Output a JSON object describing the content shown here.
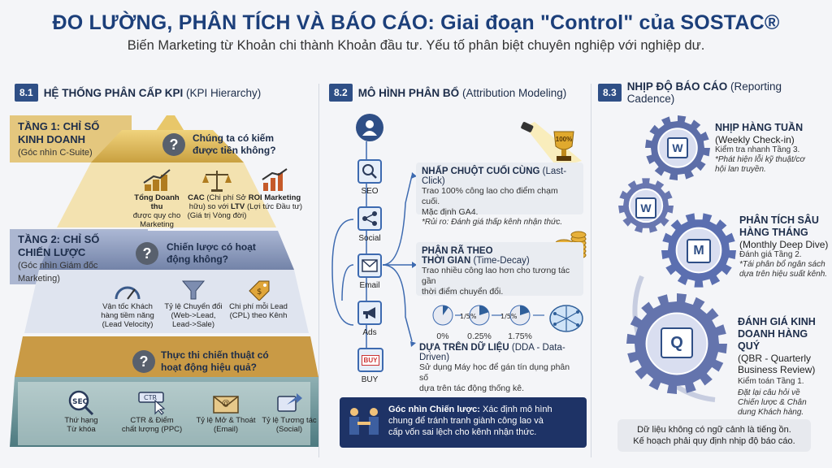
{
  "header": {
    "title": "ĐO LƯỜNG, PHÂN TÍCH VÀ BÁO CÁO: Giai đoạn \"Control\" của SOSTAC®",
    "subtitle": "Biến Marketing từ Khoản chi thành Khoản đầu tư. Yếu tố phân biệt chuyên nghiệp với nghiệp dư."
  },
  "sections": {
    "kpi": {
      "num": "8.1",
      "title": "HỆ THỐNG PHÂN CẤP KPI",
      "title_en": "(KPI Hierarchy)"
    },
    "attr": {
      "num": "8.2",
      "title": "MÔ HÌNH PHÂN BỔ",
      "title_en": "(Attribution Modeling)"
    },
    "cad": {
      "num": "8.3",
      "title": "NHỊP ĐỘ BÁO CÁO",
      "title_en": "(Reporting Cadence)"
    }
  },
  "pyramid": {
    "tier1": {
      "label_1": "TẦNG 1: CHỈ SỐ",
      "label_2": "KINH DOANH",
      "sub": "(Góc nhìn C-Suite)",
      "question_1": "Chúng ta có kiếm",
      "question_2": "được tiền không?",
      "kpis": [
        {
          "b": "Tổng Doanh thu",
          "t1": "được quy cho",
          "t2": "Marketing",
          "icon": "coins-chart-icon"
        },
        {
          "b": "CAC",
          "t1": "(Chi phí Sở",
          "t2": "hữu) so với",
          "b2": "LTV",
          "t3": "(Giá trị Vòng đời)",
          "icon": "balance-scale-icon"
        },
        {
          "b": "ROI Marketing",
          "t1": "(Lợi tức Đầu tư)",
          "icon": "growth-chart-icon"
        }
      ]
    },
    "tier2": {
      "label_1": "TẦNG 2: CHỈ SỐ",
      "label_2": "CHIẾN LƯỢC",
      "sub_1": "(Góc nhìn Giám đốc",
      "sub_2": "Marketing)",
      "question_1": "Chiến lược có hoạt",
      "question_2": "động không?",
      "kpis": [
        {
          "t1": "Vận tốc Khách",
          "t2": "hàng tiềm năng",
          "t3": "(Lead Velocity)",
          "icon": "speedometer-icon"
        },
        {
          "t1": "Tỷ lệ Chuyển đổi",
          "t2": "(Web->Lead,",
          "t3": "Lead->Sale)",
          "icon": "funnel-icon"
        },
        {
          "t1": "Chi phí mỗi Lead",
          "t2": "(CPL) theo Kênh",
          "icon": "price-tag-icon"
        }
      ]
    },
    "tier3": {
      "question_1": "Thực thi chiến thuật có",
      "question_2": "hoạt động hiệu quả?",
      "kpis": [
        {
          "t1": "Thứ hạng",
          "t2": "Từ khóa",
          "icon": "seo-search-icon"
        },
        {
          "t1": "CTR & Điểm",
          "t2": "chất lượng (PPC)",
          "icon": "ctr-click-icon"
        },
        {
          "t1": "Tỷ lệ Mở & Thoát",
          "t2": "(Email)",
          "icon": "email-at-icon"
        },
        {
          "t1": "Tỷ lệ Tương tác",
          "t2": "(Social)",
          "icon": "share-icon"
        }
      ]
    }
  },
  "attribution": {
    "channels": [
      {
        "label": "SEO",
        "icon": "search-icon"
      },
      {
        "label": "Social",
        "icon": "share-icon"
      },
      {
        "label": "Email",
        "icon": "email-icon"
      },
      {
        "label": "Ads",
        "icon": "megaphone-icon"
      },
      {
        "label": "BUY",
        "icon": "buy-button-icon",
        "button": "BUY"
      }
    ],
    "models": [
      {
        "title": "NHẤP CHUỘT CUỐI CÙNG",
        "title_en": "(Last-Click)",
        "desc_1": "Trao 100% công lao cho điểm chạm cuối.",
        "desc_2": "Mặc định GA4.",
        "note": "*Rủi ro: Đánh giá thấp kênh nhận thức.",
        "badge": "100%"
      },
      {
        "title_1": "PHÂN RÃ THEO",
        "title_2": "THỜI GIAN",
        "title_en": "(Time-Decay)",
        "desc_1": "Trao nhiều công lao hơn cho tương tác gần",
        "desc_2": "thời điểm chuyển đổi."
      },
      {
        "title": "DỰA TRÊN DỮ LIỆU",
        "title_en": "(DDA - Data-Driven)",
        "desc_1": "Sử dụng Máy học để gán tín dụng phân số",
        "desc_2": "dựa trên tác động thống kê.",
        "pies": [
          {
            "label": "0%",
            "fraction": "",
            "value": 0.1
          },
          {
            "label": "0.25%",
            "fraction": "1/5%",
            "value": 0.2
          },
          {
            "label": "1.75%",
            "fraction": "1/5%",
            "value": 0.2
          }
        ]
      }
    ],
    "insight": {
      "lead": "Góc nhìn Chiến lược:",
      "text_1": "Xác định mô hình",
      "text_2": "chung để tránh tranh giành công lao và",
      "text_3": "cấp vốn sai lệch cho kênh nhận thức."
    }
  },
  "cadence": {
    "weekly": {
      "title": "NHỊP HÀNG TUẦN",
      "sub": "(Weekly Check-in)",
      "desc": "Kiểm tra nhanh Tầng 3.",
      "note_1": "*Phát hiện lỗi kỹ thuật/cơ",
      "note_2": "hội lan truyền.",
      "letter": "W"
    },
    "monthly": {
      "title_1": "PHÂN TÍCH SÂU",
      "title_2": "HÀNG THÁNG",
      "sub": "(Monthly Deep Dive)",
      "desc": "Đánh giá Tầng 2.",
      "note_1": "*Tái phân bổ ngân sách",
      "note_2": "dựa trên hiệu suất kênh.",
      "letter": "M"
    },
    "quarterly": {
      "title_1": "ĐÁNH GIÁ KINH",
      "title_2": "DOANH HÀNG QUÝ",
      "sub_1": "(QBR - Quarterly",
      "sub_2": "Business Review)",
      "desc": "Kiểm toán Tầng 1.",
      "note_1": "Đặt lại câu hỏi về",
      "note_2": "Chiến lược & Chân",
      "note_3": "dung Khách hàng.",
      "letter": "Q"
    },
    "gear_letter_small": "W",
    "footer_1": "Dữ liệu không có ngữ cảnh là tiếng ồn.",
    "footer_2": "Kế hoạch phải quy định nhịp độ báo cáo."
  },
  "colors": {
    "navy": "#1c3f7a",
    "gold": "#d8b24a",
    "slate": "#7f8fb3",
    "teal": "#4f7e85",
    "gear": "#5d6ea8"
  }
}
